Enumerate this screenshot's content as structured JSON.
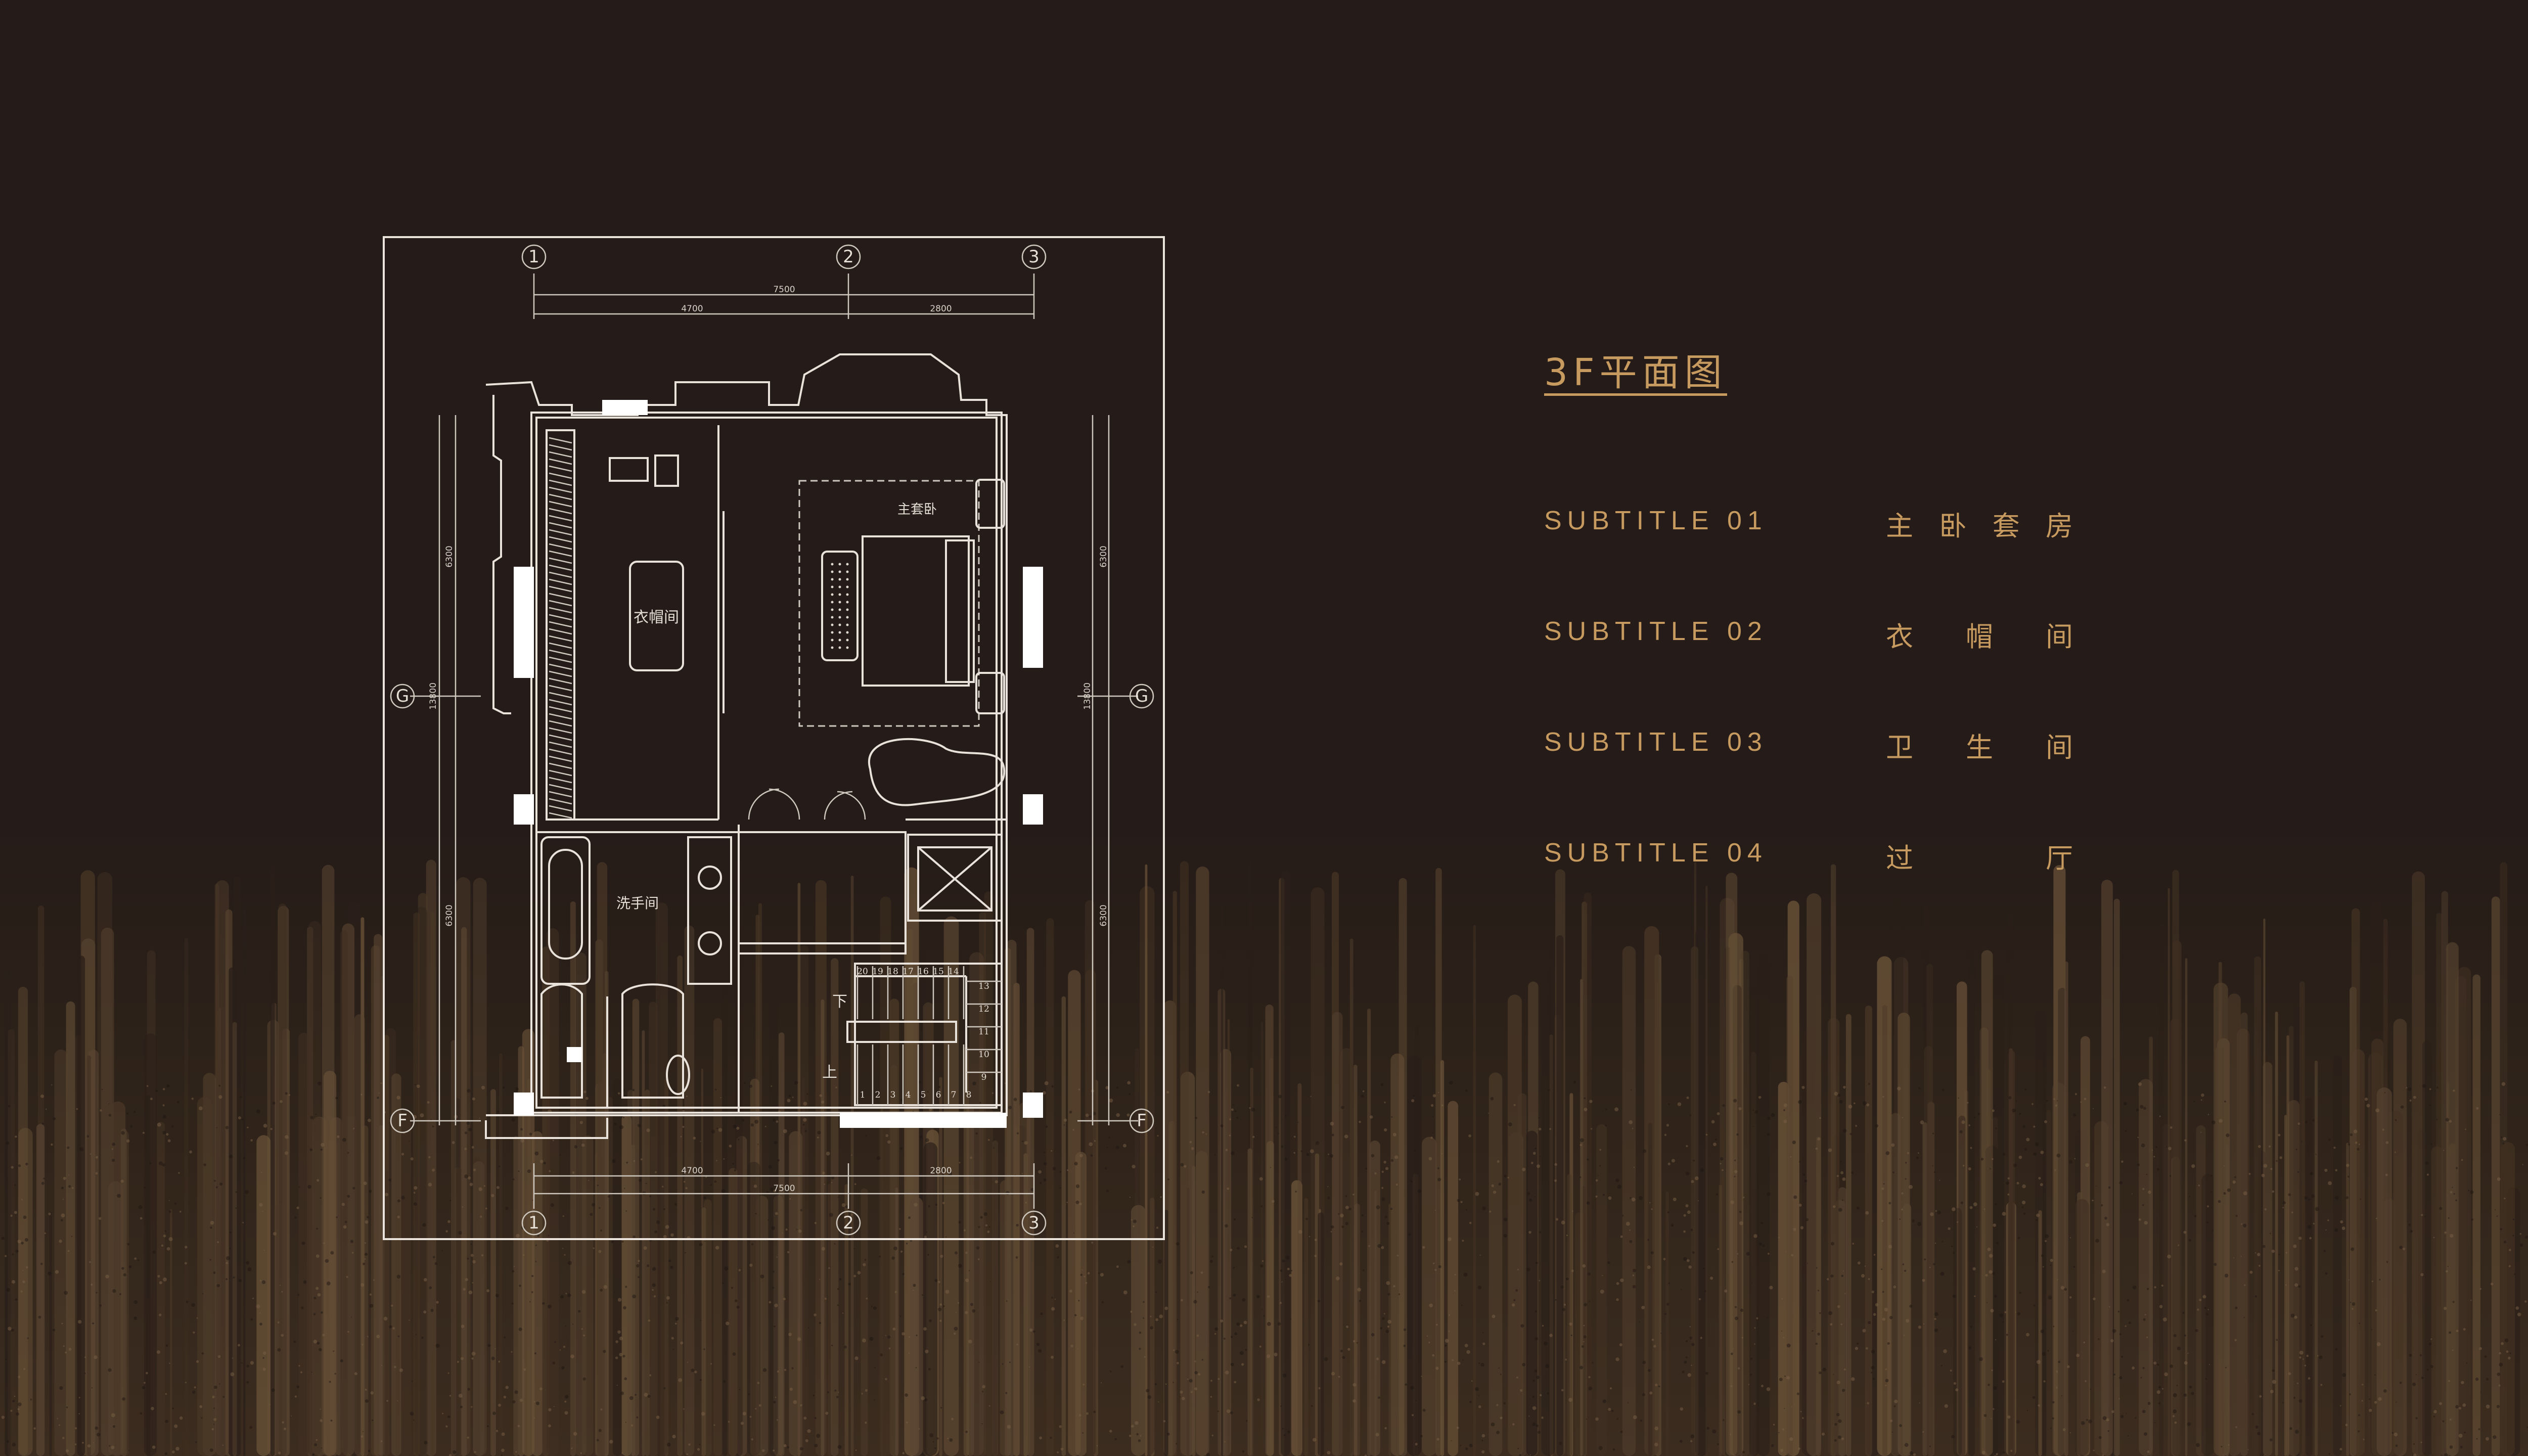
{
  "title": "3F平面图",
  "legend": [
    {
      "subtitle": "SUBTITLE 01",
      "chars": [
        "主",
        "卧",
        "套",
        "房"
      ]
    },
    {
      "subtitle": "SUBTITLE 02",
      "chars": [
        "衣",
        "帽",
        "间"
      ]
    },
    {
      "subtitle": "SUBTITLE 03",
      "chars": [
        "卫",
        "生",
        "间"
      ]
    },
    {
      "subtitle": "SUBTITLE 04",
      "chars": [
        "过",
        "厅"
      ]
    }
  ],
  "plan": {
    "axes": {
      "top": [
        "1",
        "2",
        "3"
      ],
      "bottom": [
        "1",
        "2",
        "3"
      ],
      "left": [
        "G",
        "F"
      ],
      "right": [
        "G",
        "F"
      ]
    },
    "dims": {
      "top_total": "7500",
      "top_a": "4700",
      "top_b": "2800",
      "bottom_total": "7500",
      "bottom_a": "4700",
      "bottom_b": "2800",
      "side_upper": "6300",
      "side_mid": "13800",
      "side_lower": "6300"
    },
    "rooms": {
      "master": "主套卧",
      "closet": "衣帽间",
      "washroom": "洗手间",
      "stair_down": "下",
      "stair_up": "上"
    },
    "stair_numbers_top": [
      "20",
      "19",
      "18",
      "17",
      "16",
      "15",
      "14"
    ],
    "stair_numbers_right": [
      "13",
      "12",
      "11",
      "10",
      "9"
    ],
    "stair_numbers_bottom": [
      "1",
      "2",
      "3",
      "4",
      "5",
      "6",
      "7",
      "8"
    ]
  }
}
